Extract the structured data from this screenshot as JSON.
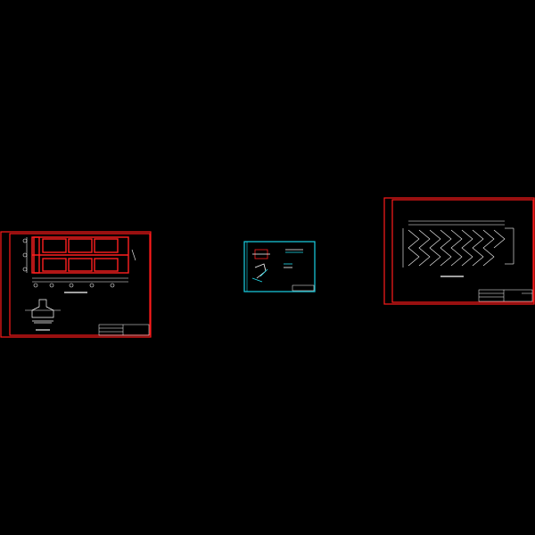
{
  "colors": {
    "background": "#000000",
    "frame": "#ff1a1a",
    "frame_alt": "#19d3e6",
    "line": "#ffffff",
    "accent_red": "#ff2020",
    "accent_cyan": "#22e0f0"
  },
  "sheets": [
    {
      "id": "foundation-plan-sheet",
      "frame_color": "frame"
    },
    {
      "id": "detail-sheet",
      "frame_color": "frame_alt"
    },
    {
      "id": "stair-section-sheet",
      "frame_color": "frame"
    }
  ]
}
